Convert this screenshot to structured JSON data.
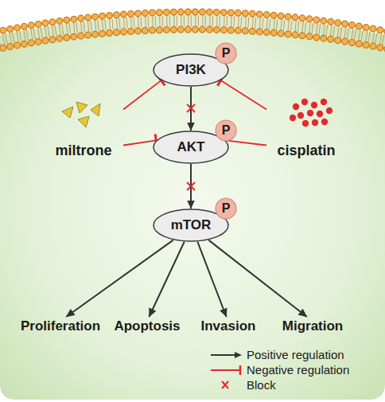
{
  "diagram": {
    "nodes": [
      {
        "text": [
          "PI3K"
        ]
      },
      {
        "text": [
          "P"
        ],
        "in": 0
      },
      {
        "text": [
          "miltrone"
        ]
      },
      {
        "text": [
          "cisplatin"
        ]
      },
      {
        "text": [
          "AKT"
        ]
      },
      {
        "text": [
          "P"
        ],
        "in": 4
      },
      {
        "text": [
          "mTOR"
        ]
      },
      {
        "text": [
          "P"
        ],
        "in": 6
      },
      {
        "text": [
          "Proliferation"
        ]
      },
      {
        "text": [
          "Apoptosis"
        ]
      },
      {
        "text": [
          "Invasion"
        ]
      },
      {
        "text": [
          "Migration"
        ]
      }
    ],
    "edges": [
      {
        "from": 0,
        "to": 4,
        "arrow": "to"
      },
      {
        "from": 4,
        "to": 6,
        "arrow": "to"
      },
      {
        "from": 2,
        "to": 0,
        "arrow": "to"
      },
      {
        "from": 2,
        "to": 4,
        "arrow": "to"
      },
      {
        "from": 3,
        "to": 0,
        "arrow": "to"
      },
      {
        "from": 3,
        "to": 4,
        "arrow": "to"
      },
      {
        "from": 6,
        "to": 8,
        "arrow": "to"
      },
      {
        "from": 6,
        "to": 9,
        "arrow": "to"
      },
      {
        "from": 6,
        "to": 10,
        "arrow": "to"
      },
      {
        "from": 6,
        "to": 11,
        "arrow": "to"
      }
    ],
    "legend": [
      {
        "text": "Positive regulation"
      },
      {
        "text": "Negative regulation"
      },
      {
        "text": "Block"
      }
    ]
  }
}
